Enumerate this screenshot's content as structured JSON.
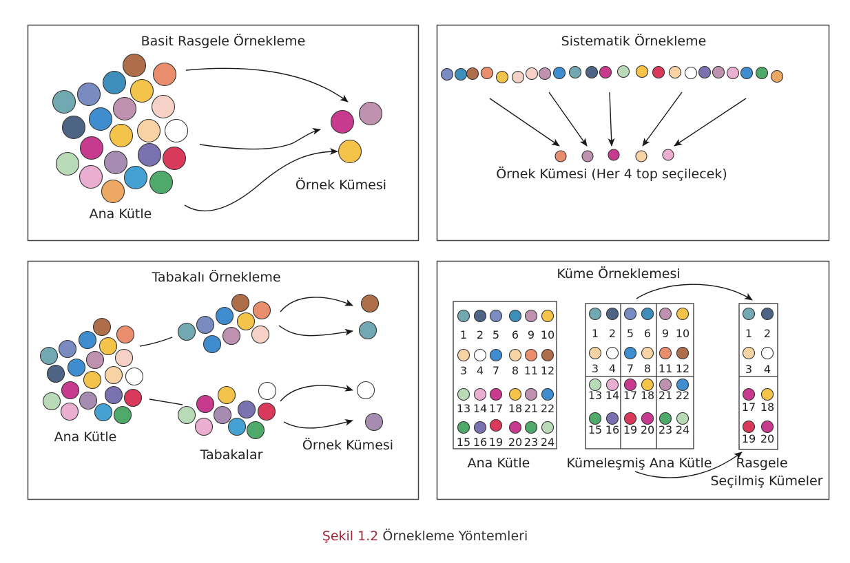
{
  "colors": {
    "teal": "#72a8b2",
    "navy": "#4e6484",
    "periwinkle": "#7a8bc2",
    "steelblue": "#3e8ebb",
    "mauve": "#be92ae",
    "yellow": "#f4c34a",
    "peach": "#f7d3a4",
    "white": "#ffffff",
    "blue": "#3f8dcf",
    "tan": "#f5d2a8",
    "salmon": "#e98e6c",
    "brown": "#ad6e49",
    "mint": "#b8dab7",
    "pink": "#eaafd0",
    "magenta": "#c73a8e",
    "lavender": "#a78cb2",
    "violet": "#7a72b0",
    "red": "#d9395a",
    "sky": "#45a1d1",
    "green": "#4fa96b",
    "orange": "#eda964",
    "blush": "#f5d1c6",
    "caption_accent": "#a0283a"
  },
  "panels": {
    "simple": {
      "title": "Basit Rasgele Örnekleme",
      "population_label": "Ana Kütle",
      "sample_label": "Örnek Kümesi",
      "population": [
        "brown",
        "salmon",
        "steelblue",
        "periwinkle",
        "yellow",
        "teal",
        "mauve",
        "blush",
        "blue",
        "navy",
        "yellow",
        "peach",
        "white",
        "magenta",
        "lavender",
        "violet",
        "red",
        "mint",
        "pink",
        "sky",
        "green",
        "orange"
      ],
      "sample": [
        "magenta",
        "mauve",
        "yellow"
      ]
    },
    "systematic": {
      "title": "Sistematik Örnekleme",
      "sample_label": "Örnek Kümesi (Her 4 top seçilecek)",
      "population": [
        "periwinkle",
        "steelblue",
        "brown",
        "salmon",
        "yellow",
        "blush",
        "blush",
        "mauve",
        "blue",
        "teal",
        "navy",
        "magenta",
        "mint",
        "yellow",
        "red",
        "peach",
        "white",
        "violet",
        "mauve",
        "pink",
        "blue",
        "green",
        "orange"
      ],
      "sample": [
        "salmon",
        "mauve",
        "magenta",
        "peach",
        "pink"
      ]
    },
    "stratified": {
      "title": "Tabakalı Örnekleme",
      "population_label": "Ana Kütle",
      "strata_label": "Tabakalar",
      "sample_label": "Örnek Kümesi",
      "population": [
        "brown",
        "salmon",
        "blue",
        "periwinkle",
        "yellow",
        "teal",
        "mauve",
        "blush",
        "blue",
        "navy",
        "peach",
        "white",
        "yellow",
        "magenta",
        "violet",
        "red",
        "lavender",
        "mint",
        "pink",
        "sky",
        "green"
      ],
      "stratum_upper": [
        "teal",
        "periwinkle",
        "blue",
        "brown",
        "salmon",
        "yellow",
        "mauve",
        "blush",
        "blue"
      ],
      "stratum_lower": [
        "mint",
        "magenta",
        "yellow",
        "white",
        "lavender",
        "violet",
        "red",
        "pink",
        "sky",
        "green"
      ],
      "sample": [
        "brown",
        "teal",
        "white",
        "lavender"
      ]
    },
    "cluster": {
      "title": "Küme Örneklemesi",
      "population_label": "Ana Kütle",
      "clustered_label": "Kümeleşmiş Ana Kütle",
      "selected_label_line1": "Rasgele",
      "selected_label_line2": "Seçilmiş Kümeler",
      "population_rows": [
        [
          {
            "n": "1",
            "c": "teal"
          },
          {
            "n": "2",
            "c": "navy"
          },
          {
            "n": "5",
            "c": "periwinkle"
          },
          {
            "n": "6",
            "c": "steelblue"
          },
          {
            "n": "9",
            "c": "mauve"
          },
          {
            "n": "10",
            "c": "yellow"
          }
        ],
        [
          {
            "n": "3",
            "c": "peach"
          },
          {
            "n": "4",
            "c": "white"
          },
          {
            "n": "7",
            "c": "blue"
          },
          {
            "n": "8",
            "c": "peach"
          },
          {
            "n": "11",
            "c": "salmon"
          },
          {
            "n": "12",
            "c": "brown"
          }
        ],
        [
          {
            "n": "13",
            "c": "mint"
          },
          {
            "n": "14",
            "c": "pink"
          },
          {
            "n": "17",
            "c": "magenta"
          },
          {
            "n": "18",
            "c": "yellow"
          },
          {
            "n": "21",
            "c": "mauve"
          },
          {
            "n": "22",
            "c": "blue"
          }
        ],
        [
          {
            "n": "15",
            "c": "green"
          },
          {
            "n": "16",
            "c": "violet"
          },
          {
            "n": "19",
            "c": "red"
          },
          {
            "n": "20",
            "c": "magenta"
          },
          {
            "n": "23",
            "c": "green"
          },
          {
            "n": "24",
            "c": "mint"
          }
        ]
      ],
      "selected_clusters": [
        [
          {
            "n": "1",
            "c": "teal"
          },
          {
            "n": "2",
            "c": "navy"
          },
          {
            "n": "3",
            "c": "peach"
          },
          {
            "n": "4",
            "c": "white"
          }
        ],
        [
          {
            "n": "17",
            "c": "magenta"
          },
          {
            "n": "18",
            "c": "yellow"
          },
          {
            "n": "19",
            "c": "red"
          },
          {
            "n": "20",
            "c": "magenta"
          }
        ]
      ]
    }
  },
  "caption": {
    "figure_number": "Şekil 1.2",
    "text": "Örnekleme Yöntemleri"
  }
}
